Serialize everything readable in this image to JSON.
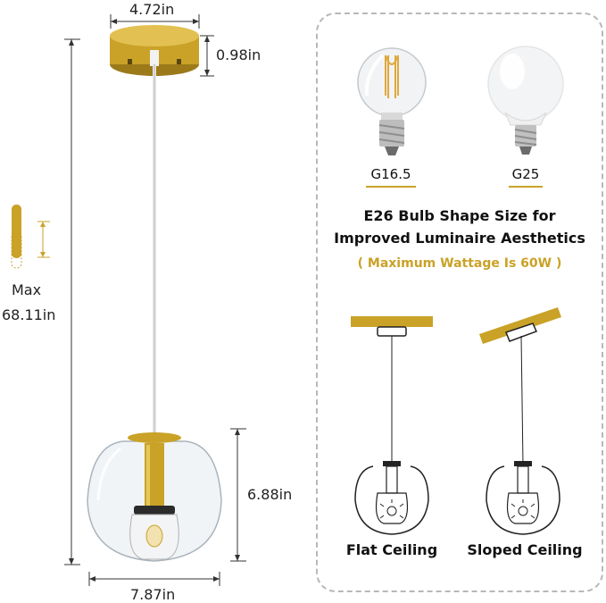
{
  "dimensions": {
    "canopy_width": "4.72in",
    "canopy_height": "0.98in",
    "max_label": "Max",
    "max_height": "68.11in",
    "shade_height": "6.88in",
    "shade_width": "7.87in"
  },
  "bulbs": [
    {
      "name": "G16.5",
      "icon": "filament-bulb-icon"
    },
    {
      "name": "G25",
      "icon": "globe-bulb-icon"
    }
  ],
  "info": {
    "line1": "E26 Bulb Shape Size for",
    "line2": "Improved Luminaire Aesthetics",
    "wattage": "( Maximum Wattage Is 60W )"
  },
  "mounts": [
    {
      "label": "Flat Ceiling"
    },
    {
      "label": "Sloped Ceiling"
    }
  ],
  "colors": {
    "brass": "#c9a227",
    "dashed_border": "#b8b8b8"
  }
}
